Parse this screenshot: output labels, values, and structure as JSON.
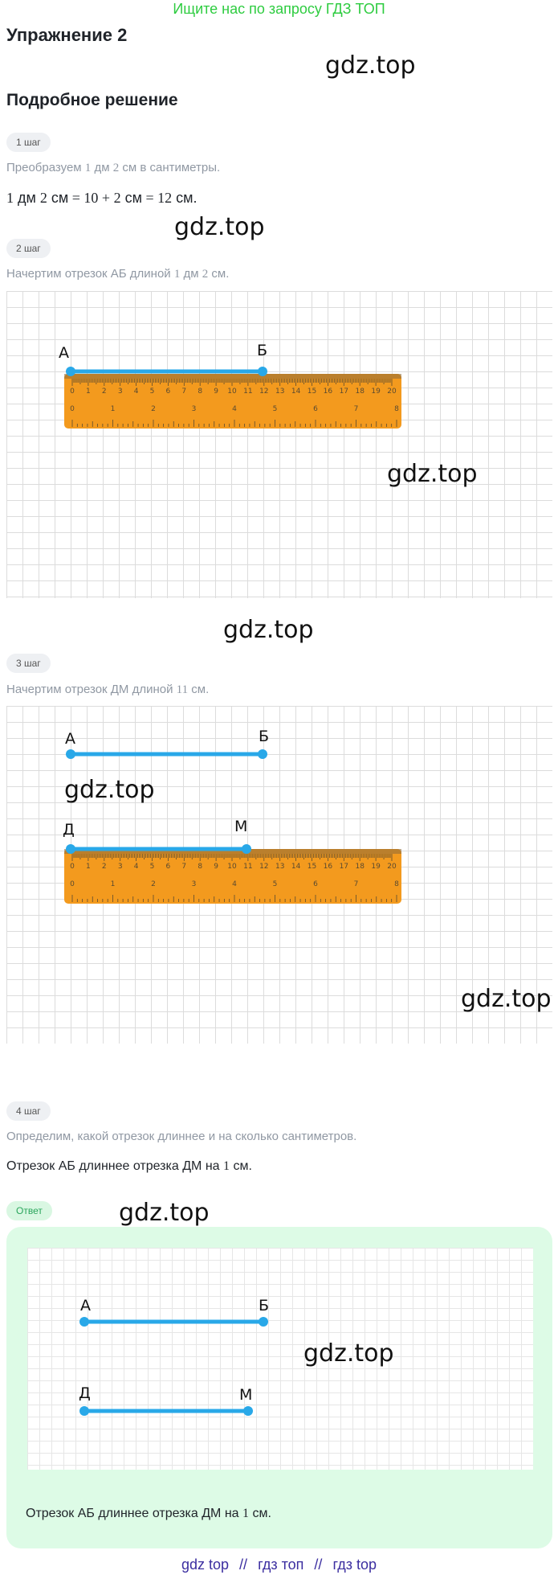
{
  "banner": "Ищите нас по запросу ГДЗ ТОП",
  "exercise_title": "Упражнение 2",
  "solution_title": "Подробное решение",
  "watermark": "gdz.top",
  "steps": [
    {
      "chip": "1 шаг",
      "text_before": "Преобразуем ",
      "math1": "1",
      "unit1": " дм ",
      "math2": "2",
      "unit2": " см в сантиметры.",
      "formula": {
        "a": "1",
        "a_unit": " дм ",
        "b": "2",
        "b_unit": " см",
        "rhs": " = 10 + 2",
        "rhs_unit": " см",
        "res": " = 12",
        "res_unit": " см."
      }
    },
    {
      "chip": "2 шаг",
      "text_before": "Начертим отрезок АБ длиной ",
      "m1": "1",
      "u1": " дм ",
      "m2": "2",
      "u2": " см."
    },
    {
      "chip": "3 шаг",
      "text_before": "Начертим отрезок ДМ длиной ",
      "m1": "11",
      "u1": " см."
    },
    {
      "chip": "4 шаг",
      "text": "Определим, какой отрезок длиннее и на сколько сантиметров.",
      "result_before": "Отрезок АБ длиннее отрезка ДМ на ",
      "result_math": "1",
      "result_unit": " см."
    }
  ],
  "answer": {
    "chip": "Ответ",
    "text_before": "Отрезок АБ длиннее отрезка ДМ на ",
    "math": "1",
    "unit": " см."
  },
  "labels": {
    "A": "А",
    "B": "Б",
    "D": "Д",
    "M": "М"
  },
  "ruler": {
    "cm_ticks": [
      "0",
      "1",
      "2",
      "3",
      "4",
      "5",
      "6",
      "7",
      "8",
      "9",
      "10",
      "11",
      "12",
      "13",
      "14",
      "15",
      "16",
      "17",
      "18",
      "19",
      "20"
    ],
    "inch_ticks": [
      "0",
      "1",
      "2",
      "3",
      "4",
      "5",
      "6",
      "7",
      "8"
    ]
  },
  "footer": {
    "links": [
      "gdz top",
      "гдз топ",
      "гдз top"
    ],
    "separator": "//"
  },
  "colors": {
    "banner": "#2ecc40",
    "segment": "#29a8e8",
    "ruler": "#f39a1e",
    "answer_bg": "#ddfbe6",
    "footer": "#3b2ea0"
  }
}
